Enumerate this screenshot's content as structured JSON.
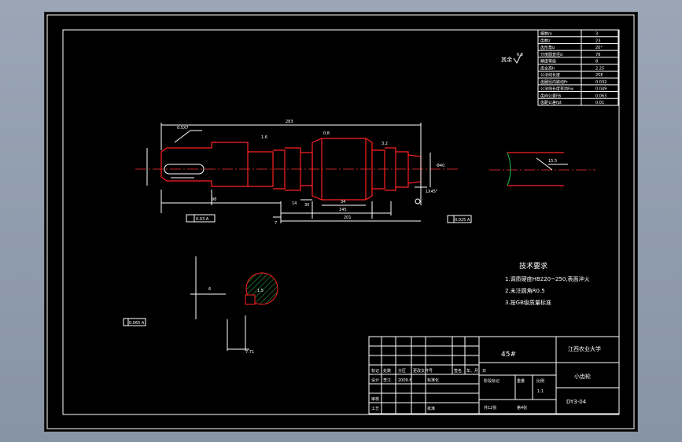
{
  "notes": {
    "other": "其余",
    "other_rough": "6.3"
  },
  "param_table": {
    "rows": [
      [
        "模数m",
        "3"
      ],
      [
        "齿数z",
        "23"
      ],
      [
        "齿形角α",
        "20°"
      ],
      [
        "分度圆直径d",
        "78"
      ],
      [
        "精度等级",
        "8"
      ],
      [
        "齿全高h",
        "2.25"
      ],
      [
        "公法线长度",
        "25E"
      ],
      [
        "齿圈径向跳动Fr",
        "0.032"
      ],
      [
        "公法线长度变动Fw",
        "0.049"
      ],
      [
        "齿向公差Fβ",
        "0.063"
      ],
      [
        "齿距公差fpt",
        "0.01"
      ]
    ]
  },
  "dims": {
    "total_len": "283",
    "len_keyway": "98",
    "len_mid": "145",
    "len_right": "201",
    "len_small": "34",
    "len_7": "7",
    "len_14": "14",
    "len_30": "30",
    "chamfer_l": "0.5X7",
    "chamfer_r": "1X45°",
    "sec_len": "15.5",
    "sec_depth": "6",
    "sec_15": "1.5",
    "sec_base": "7.71",
    "dia_right": "Φ40",
    "rough_16": "1.6",
    "rough_32": "3.2",
    "rough_08": "0.8"
  },
  "tolerances": {
    "tol_1": "0.03 A",
    "tol_2": "0.025 A",
    "tol_section": "0.065 A"
  },
  "tech_req": {
    "title": "技术要求",
    "items": [
      "1.调质硬度HB220~250,表面淬火",
      "2.未注圆角R0.5",
      "3.按GB级质量标准"
    ]
  },
  "title_block": {
    "material": "45#",
    "school": "江西农业大学",
    "part_name": "小齿轮",
    "drawing_no": "DY3-04",
    "scale_label": "比例",
    "weight_label": "重量",
    "stage_label": "阶段标记",
    "scale_value": "1:1",
    "mark_row": [
      "标记",
      "处数",
      "分区",
      "更改文件号",
      "签名",
      "年、月、日"
    ],
    "design_label": "设计",
    "design_std": "标准化",
    "design_by": "李江",
    "design_date": "2009.6",
    "review_label": "审核",
    "process_label": "工艺",
    "approve_label": "批准",
    "sheets": "共12张",
    "sheet_no": "第4张"
  }
}
